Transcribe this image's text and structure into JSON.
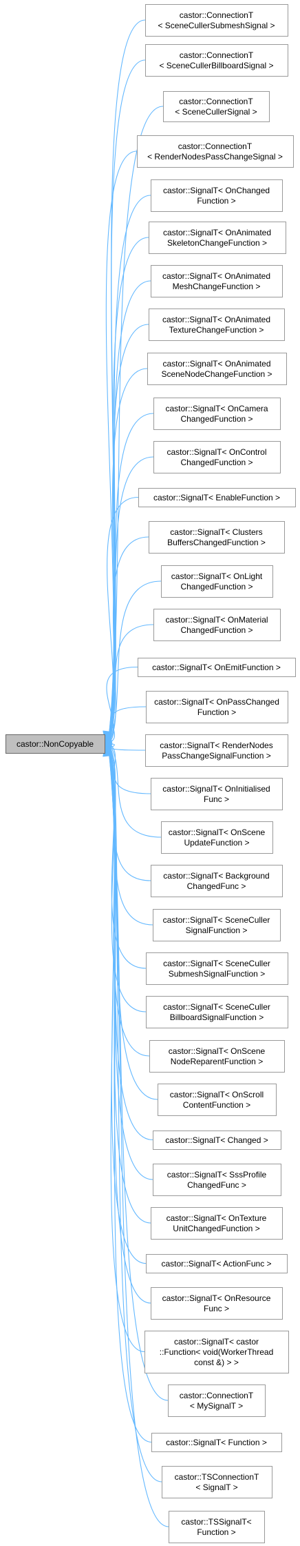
{
  "base_class": {
    "lines": [
      "castor::NonCopyable"
    ]
  },
  "derived_classes": [
    {
      "lines": [
        "castor::ConnectionT",
        "< SceneCullerSubmeshSignal >"
      ]
    },
    {
      "lines": [
        "castor::ConnectionT",
        "< SceneCullerBillboardSignal >"
      ]
    },
    {
      "lines": [
        "castor::ConnectionT",
        "< SceneCullerSignal >"
      ]
    },
    {
      "lines": [
        "castor::ConnectionT",
        "< RenderNodesPassChangeSignal >"
      ]
    },
    {
      "lines": [
        "castor::SignalT< OnChanged",
        "Function >"
      ]
    },
    {
      "lines": [
        "castor::SignalT< OnAnimated",
        "SkeletonChangeFunction >"
      ]
    },
    {
      "lines": [
        "castor::SignalT< OnAnimated",
        "MeshChangeFunction >"
      ]
    },
    {
      "lines": [
        "castor::SignalT< OnAnimated",
        "TextureChangeFunction >"
      ]
    },
    {
      "lines": [
        "castor::SignalT< OnAnimated",
        "SceneNodeChangeFunction >"
      ]
    },
    {
      "lines": [
        "castor::SignalT< OnCamera",
        "ChangedFunction >"
      ]
    },
    {
      "lines": [
        "castor::SignalT< OnControl",
        "ChangedFunction >"
      ]
    },
    {
      "lines": [
        "castor::SignalT< EnableFunction >"
      ]
    },
    {
      "lines": [
        "castor::SignalT< Clusters",
        "BuffersChangedFunction >"
      ]
    },
    {
      "lines": [
        "castor::SignalT< OnLight",
        "ChangedFunction >"
      ]
    },
    {
      "lines": [
        "castor::SignalT< OnMaterial",
        "ChangedFunction >"
      ]
    },
    {
      "lines": [
        "castor::SignalT< OnEmitFunction >"
      ]
    },
    {
      "lines": [
        "castor::SignalT< OnPassChanged",
        "Function >"
      ]
    },
    {
      "lines": [
        "castor::SignalT< RenderNodes",
        "PassChangeSignalFunction >"
      ]
    },
    {
      "lines": [
        "castor::SignalT< OnInitialised",
        "Func >"
      ]
    },
    {
      "lines": [
        "castor::SignalT< OnScene",
        "UpdateFunction >"
      ]
    },
    {
      "lines": [
        "castor::SignalT< Background",
        "ChangedFunc >"
      ]
    },
    {
      "lines": [
        "castor::SignalT< SceneCuller",
        "SignalFunction >"
      ]
    },
    {
      "lines": [
        "castor::SignalT< SceneCuller",
        "SubmeshSignalFunction >"
      ]
    },
    {
      "lines": [
        "castor::SignalT< SceneCuller",
        "BillboardSignalFunction >"
      ]
    },
    {
      "lines": [
        "castor::SignalT< OnScene",
        "NodeReparentFunction >"
      ]
    },
    {
      "lines": [
        "castor::SignalT< OnScroll",
        "ContentFunction >"
      ]
    },
    {
      "lines": [
        "castor::SignalT< Changed >"
      ]
    },
    {
      "lines": [
        "castor::SignalT< SssProfile",
        "ChangedFunc >"
      ]
    },
    {
      "lines": [
        "castor::SignalT< OnTexture",
        "UnitChangedFunction >"
      ]
    },
    {
      "lines": [
        "castor::SignalT< ActionFunc >"
      ]
    },
    {
      "lines": [
        "castor::SignalT< OnResource",
        "Func >"
      ]
    },
    {
      "lines": [
        "castor::SignalT< castor",
        "::Function< void(WorkerThread",
        "const &) > >"
      ]
    },
    {
      "lines": [
        "castor::ConnectionT",
        "< MySignalT >"
      ]
    },
    {
      "lines": [
        "castor::SignalT< Function >"
      ]
    },
    {
      "lines": [
        "castor::TSConnectionT",
        "< SignalT >"
      ]
    },
    {
      "lines": [
        "castor::TSSignalT<",
        "Function >"
      ]
    }
  ]
}
